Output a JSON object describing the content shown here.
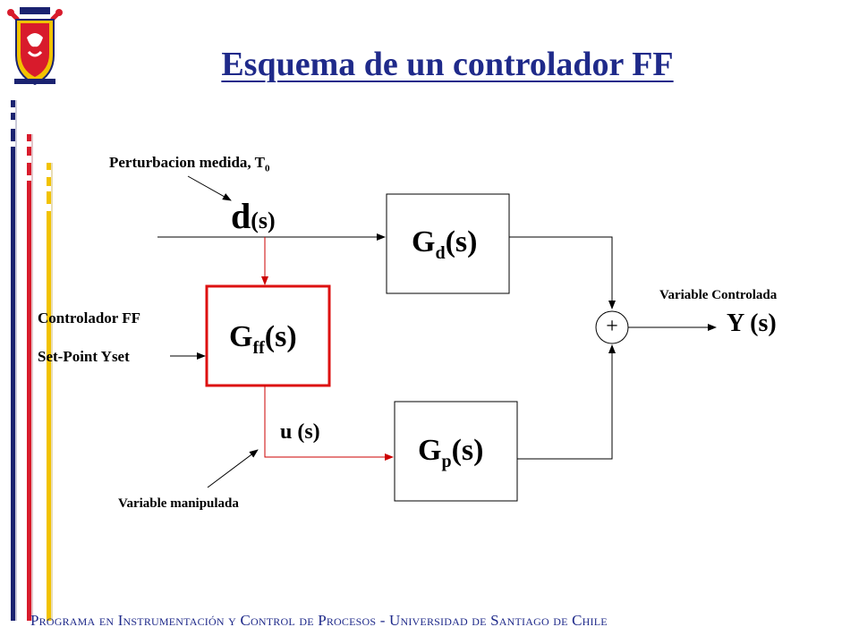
{
  "title": "Esquema de un controlador FF",
  "footer": "Programa en Instrumentación y Control de Procesos - Universidad de Santiago de Chile",
  "labels": {
    "perturbacion": "Perturbacion medida, T",
    "perturbacion_sub": "0",
    "d_main": "d",
    "d_arg": "(s)",
    "gd_main": "G",
    "gd_sub": "d",
    "gd_arg": "(s)",
    "gff_main": "G",
    "gff_sub": "ff",
    "gff_arg": "(s)",
    "gp_main": "G",
    "gp_sub": "p",
    "gp_arg": "(s)",
    "controlador_ff": "Controlador FF",
    "setpoint": "Set-Point Yset",
    "u": "u (s)",
    "variable_manipulada": "Variable manipulada",
    "variable_controlada": "Variable Controlada",
    "y": "Y (s)",
    "sum_sign": "+"
  },
  "colors": {
    "title": "#1f2a8a",
    "signal_red": "#cc0000",
    "box_red": "#dd1111",
    "stripe_blue": "#1a2270",
    "stripe_red": "#d81b2c",
    "stripe_yellow": "#f2c200"
  }
}
